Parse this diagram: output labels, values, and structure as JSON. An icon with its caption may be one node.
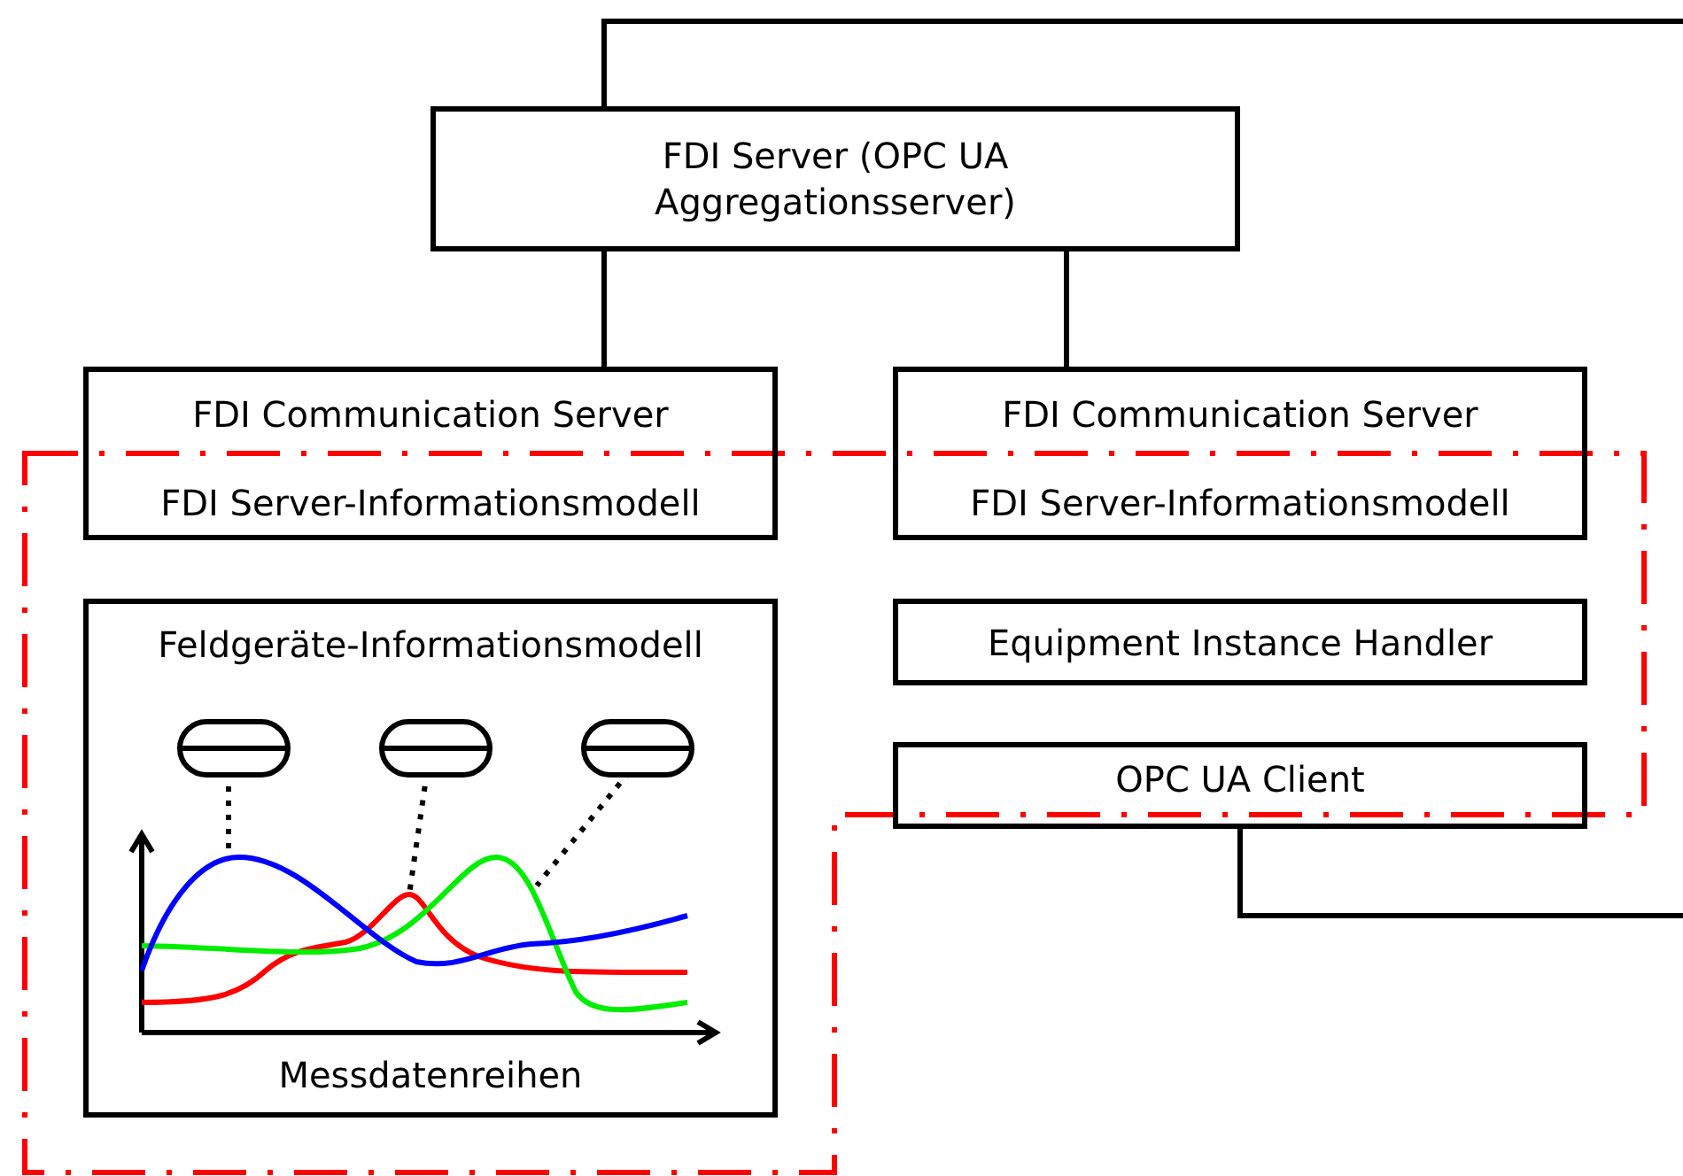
{
  "diagram": {
    "nodes": [
      {
        "text": [
          "FDI Server (OPC UA Aggregationsserver)"
        ]
      },
      {
        "text": [
          "FDI Communication Server",
          "FDI Server-Informationsmodell"
        ]
      },
      {
        "text": [
          "FDI Communication Server",
          "FDI Server-Informationsmodell"
        ]
      },
      {
        "text": [
          "Feldgeräte-Informationsmodell",
          "Messdatenreihen"
        ]
      },
      {
        "text": [],
        "shape": "capsule",
        "in": 3
      },
      {
        "text": [],
        "shape": "capsule",
        "in": 3
      },
      {
        "text": [],
        "shape": "capsule",
        "in": 3
      },
      {
        "text": [
          "Equipment Instance Handler"
        ]
      },
      {
        "text": [
          "OPC UA Client"
        ]
      }
    ],
    "edges": [
      {
        "from": 0,
        "to": 1,
        "arrow": "none"
      },
      {
        "from": 0,
        "to": 2,
        "arrow": "none"
      },
      {
        "from": 8,
        "to": 0,
        "arrow": "none"
      },
      {
        "from": 4,
        "to": null,
        "arrow": "none",
        "style": "dashed"
      },
      {
        "from": 5,
        "to": null,
        "arrow": "none",
        "style": "dashed"
      },
      {
        "from": 6,
        "to": null,
        "arrow": "none",
        "style": "dashed"
      }
    ]
  }
}
